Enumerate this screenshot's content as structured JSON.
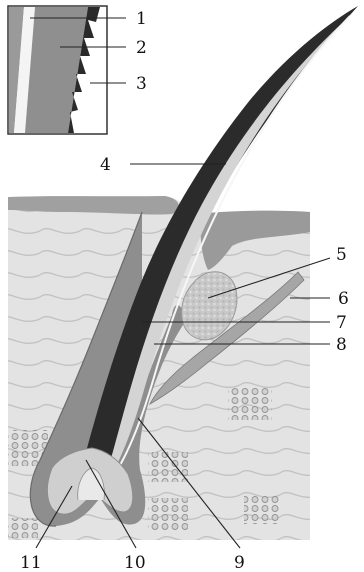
{
  "figure": {
    "labels": [
      "1",
      "2",
      "3",
      "4",
      "5",
      "6",
      "7",
      "8",
      "9",
      "10",
      "11"
    ]
  },
  "colors": {
    "background": "#ffffff",
    "skin_light": "#d9d9d9",
    "skin_dark": "#8e8e8e",
    "hair_dark": "#2b2b2b",
    "line": "#222222"
  }
}
